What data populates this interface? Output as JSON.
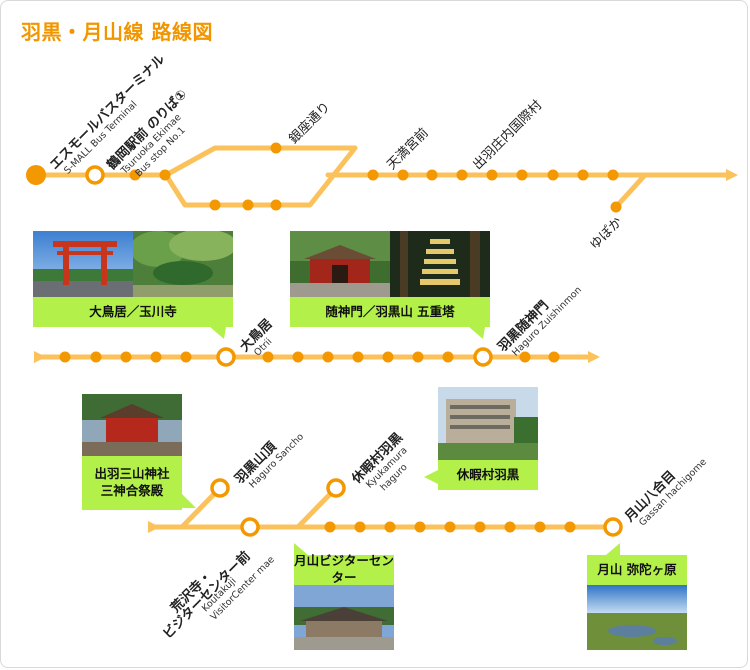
{
  "title": "羽黒・月山線 路線図",
  "colors": {
    "line": "#fbc25c",
    "dot": "#f39800",
    "terminal": "#f39800",
    "caption": "#b3f04a",
    "title": "#f29600"
  },
  "stations": {
    "s_mall": {
      "jp": "エスモールバスターミナル",
      "en": "S-MALL Bus Terminal"
    },
    "tsuruoka": {
      "jp": "鶴岡駅前 のりば①",
      "en1": "Tsuruoka Ekimae",
      "en2": "Bus stop No.1"
    },
    "ginza": {
      "jp": "銀座通り"
    },
    "tenma": {
      "jp": "天満宮前"
    },
    "dewasho": {
      "jp": "出羽庄内国際村"
    },
    "yupoka": {
      "jp": "ゆぽか"
    },
    "otorii": {
      "jp": "大鳥居",
      "en": "Otrii"
    },
    "zuishinmon": {
      "jp": "羽黒随神門",
      "en": "Haguro Zuishinmon"
    },
    "sancho": {
      "jp": "羽黒山頂",
      "en": "Haguro Sancho"
    },
    "kyukamura": {
      "jp": "休暇村羽黒",
      "en1": "Kyukamura",
      "en2": "haguro"
    },
    "visitor": {
      "jp1": "荒沢寺・",
      "jp2": "ビジターセンター前",
      "en1": "Koutakuji",
      "en2": "VisitorCenter mae"
    },
    "hachigome": {
      "jp": "月山八合目",
      "en": "Gassan hachigome"
    }
  },
  "captions": {
    "otorii": "大鳥居／玉川寺",
    "zuishin": "随神門／羽黒山 五重塔",
    "dewa": "出羽三山神社\n三神合祭殿",
    "kyuka": "休暇村羽黒",
    "visitor": "月山ビジターセンター",
    "midagahara": "月山 弥陀ヶ原"
  },
  "photos": {
    "torii": "torii-photo",
    "gyokusenji": "garden-photo",
    "zuishinmon": "gate-photo",
    "pagoda": "pagoda-photo",
    "shrine": "shrine-photo",
    "hotel": "hotel-photo",
    "visitor_center": "visitor-center-photo",
    "marsh": "marsh-photo"
  }
}
